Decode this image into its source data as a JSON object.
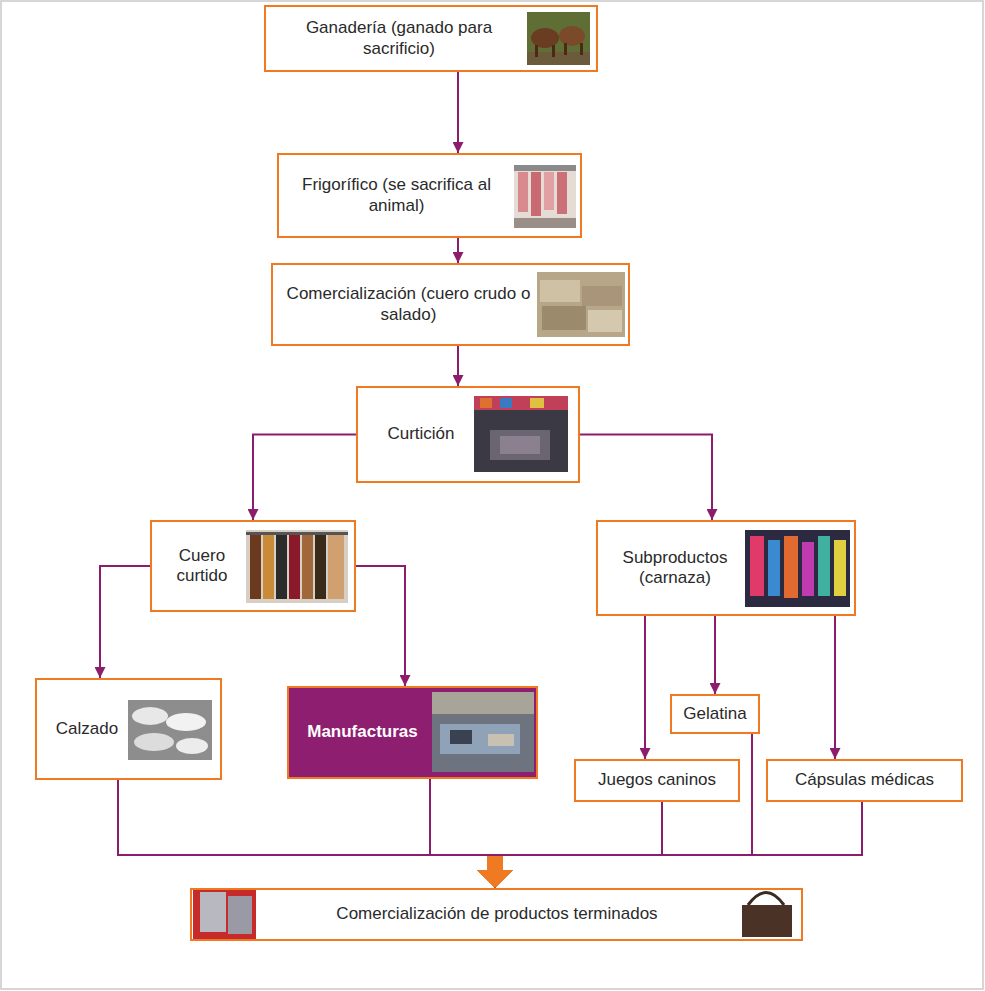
{
  "diagram": {
    "nodes": [
      {
        "text": [
          "Ganadería (ganado para sacrificio)"
        ]
      },
      {
        "text": [
          "Frigorífico (se sacrifica al animal)"
        ]
      },
      {
        "text": [
          "Comercialización (cuero crudo o salado)"
        ]
      },
      {
        "text": [
          "Curtición"
        ]
      },
      {
        "text": [
          "Cuero curtido"
        ]
      },
      {
        "text": [
          "Subproductos (carnaza)"
        ]
      },
      {
        "text": [
          "Calzado"
        ]
      },
      {
        "text": [
          "Manufacturas"
        ]
      },
      {
        "text": [
          "Gelatina"
        ]
      },
      {
        "text": [
          "Juegos caninos"
        ]
      },
      {
        "text": [
          "Cápsulas médicas"
        ]
      },
      {
        "text": [
          "Comercialización de productos terminados"
        ]
      }
    ],
    "edges": [
      {
        "from": 0,
        "to": 1,
        "arrow": "to"
      },
      {
        "from": 1,
        "to": 2,
        "arrow": "to"
      },
      {
        "from": 2,
        "to": 3,
        "arrow": "to"
      },
      {
        "from": 3,
        "to": 4,
        "arrow": "to"
      },
      {
        "from": 3,
        "to": 5,
        "arrow": "to"
      },
      {
        "from": 4,
        "to": 6,
        "arrow": "to"
      },
      {
        "from": 4,
        "to": 7,
        "arrow": "to"
      },
      {
        "from": 5,
        "to": 9,
        "arrow": "to"
      },
      {
        "from": 5,
        "to": 8,
        "arrow": "to"
      },
      {
        "from": 5,
        "to": 10,
        "arrow": "to"
      },
      {
        "from": 6,
        "to": 11,
        "arrow": "to"
      },
      {
        "from": 7,
        "to": 11,
        "arrow": "to"
      },
      {
        "from": 9,
        "to": 11,
        "arrow": "to"
      },
      {
        "from": 8,
        "to": 11,
        "arrow": "to"
      },
      {
        "from": 10,
        "to": 11,
        "arrow": "to"
      }
    ]
  }
}
